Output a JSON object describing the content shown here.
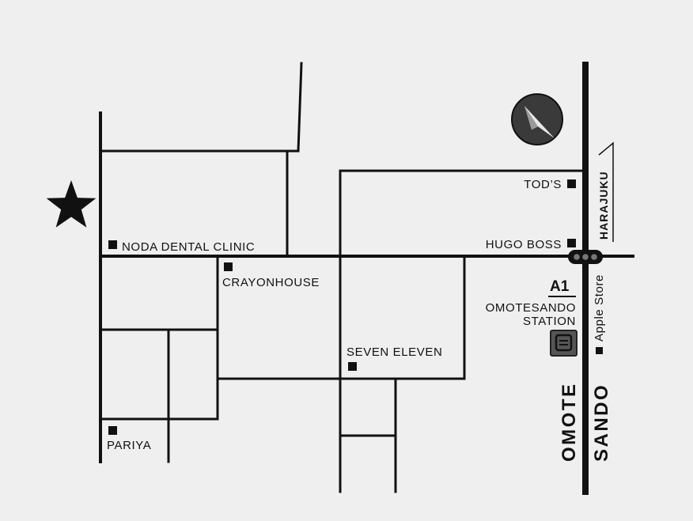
{
  "map": {
    "background": "#efefef",
    "ink": "#111111",
    "landmarks": [
      {
        "id": "noda",
        "label": "NODA DENTAL CLINIC"
      },
      {
        "id": "crayon",
        "label": "CRAYONHOUSE"
      },
      {
        "id": "seven",
        "label": "SEVEN ELEVEN"
      },
      {
        "id": "pariya",
        "label": "PARIYA"
      },
      {
        "id": "tods",
        "label": "TOD’S"
      },
      {
        "id": "hugo",
        "label": "HUGO BOSS"
      },
      {
        "id": "apple",
        "label": "Apple Store"
      }
    ],
    "station": {
      "exit": "A1",
      "name_line1": "OMOTESANDO",
      "name_line2": "STATION",
      "icon": "station-icon"
    },
    "direction_label": "HARAJUKU",
    "main_street": {
      "line1": "OMOTE",
      "line2": "SANDO"
    },
    "destination_icon": "star-icon",
    "north_icon": "compass-arrow-icon"
  }
}
